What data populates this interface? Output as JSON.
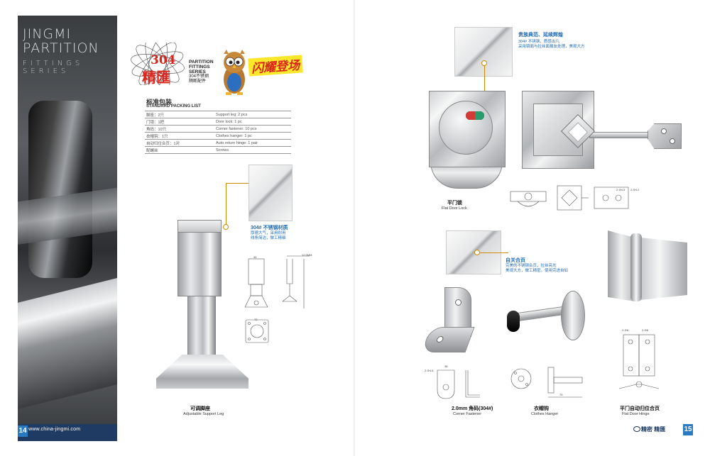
{
  "left_page": {
    "hero": {
      "line1": "JINGMI",
      "line2": "PARTITION",
      "line3": "FITTINGS",
      "line4": "SERIES"
    },
    "page_number": "14",
    "url": "www.china-jingmi.com",
    "logo": {
      "number": "304",
      "brand_cn": "精匯",
      "series_en_1": "PARTITION",
      "series_en_2": "FITTINGS",
      "series_en_3": "SERIES",
      "series_cn_1": "304不锈钢",
      "series_cn_2": "隔断配件",
      "badge": "闪耀登场"
    },
    "packing": {
      "title_cn": "标准包装",
      "title_en": "STANDARD PACKING LIST",
      "rows": [
        {
          "cn": "脚座：2只",
          "en": "Support leg: 2 pcs"
        },
        {
          "cn": "门锁：1把",
          "en": "Door lock: 1 pc"
        },
        {
          "cn": "角码：10只",
          "en": "Corner fastener: 10 pcs"
        },
        {
          "cn": "衣帽钩：1只",
          "en": "Clothes hanger: 1 pc"
        },
        {
          "cn": "自动归位合页：1对",
          "en": "Auto return hinge: 1 pair"
        },
        {
          "cn": "配螺丝",
          "en": "Screws"
        }
      ]
    },
    "support_leg": {
      "callout_title": "304# 不锈钢材质",
      "callout_body_1": "厚德大气，采用耐用",
      "callout_body_2": "线条简洁，做工精细",
      "caption_cn": "可调脚座",
      "caption_en": "Adjustable Support Leg",
      "dim_a": "12.5MM",
      "dim_b": "45",
      "dim_c": "72"
    }
  },
  "right_page": {
    "page_number": "15",
    "footer_brand": "精密 精匯",
    "door_lock": {
      "callout_title": "贵族典范、延续辉煌",
      "callout_body_1": "304# 不锈钢，质感出凡",
      "callout_body_2": "采用镜面与拉丝面报友处理，美观大方",
      "caption_cn": "平门锁",
      "caption_en": "Flat Door Lock",
      "dim_a": "2-Φ4.5",
      "dim_b": "2-Φ4.2"
    },
    "hinge": {
      "callout_title": "自关合页",
      "callout_body_1": "完美的不锈钢合页，拉丝亮光",
      "callout_body_2": "美观大方，做工精密，使用完进自如",
      "caption_cn": "平门自动归位合页",
      "caption_en": "Flat Door Hinge",
      "dim_a": "2-Φ8",
      "dim_b": "2-Φ8"
    },
    "corner": {
      "caption_cn": "2.0mm 角码(304#)",
      "caption_en": "Corner Fastener",
      "dim_a": "38",
      "dim_b": "2-Φ4.5"
    },
    "hanger": {
      "caption_cn": "衣帽钩",
      "caption_en": "Clothes Hanger",
      "dim_a": "75"
    }
  }
}
